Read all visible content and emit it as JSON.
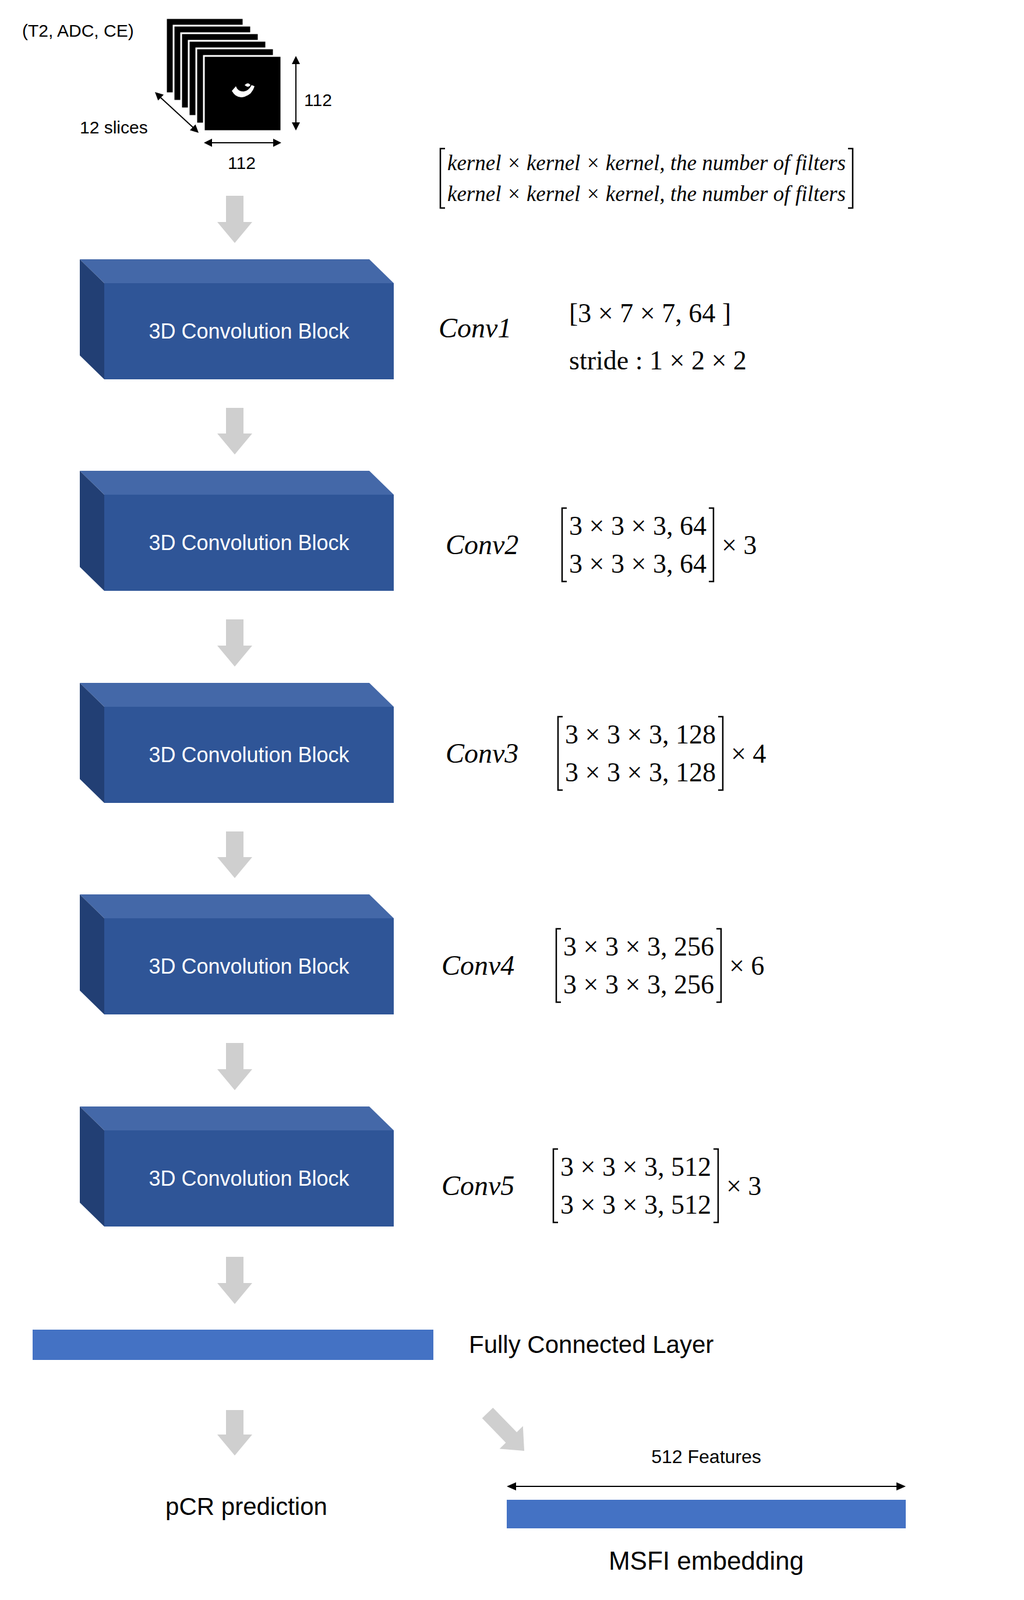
{
  "diagram": {
    "nodes": [
      {
        "text": [
          "(T2, ADC, CE)"
        ]
      },
      {
        "text": [
          "3D Convolution Block"
        ]
      },
      {
        "text": [
          "3D Convolution Block"
        ]
      },
      {
        "text": [
          "3D Convolution Block"
        ]
      },
      {
        "text": [
          "3D Convolution Block"
        ]
      },
      {
        "text": [
          "3D Convolution Block"
        ]
      },
      {
        "text": [
          "Fully Connected Layer"
        ]
      },
      {
        "text": [
          "pCR prediction"
        ]
      },
      {
        "text": [
          "512 Features",
          "MSFI embedding"
        ]
      }
    ],
    "edges": [
      {
        "from": 0,
        "to": 1,
        "arrow": "to"
      },
      {
        "from": 1,
        "to": 2,
        "arrow": "to"
      },
      {
        "from": 2,
        "to": 3,
        "arrow": "to"
      },
      {
        "from": 3,
        "to": 4,
        "arrow": "to"
      },
      {
        "from": 4,
        "to": 5,
        "arrow": "to"
      },
      {
        "from": 5,
        "to": 6,
        "arrow": "to"
      },
      {
        "from": 6,
        "to": 7,
        "arrow": "to"
      },
      {
        "from": 6,
        "to": 8,
        "arrow": "to"
      }
    ],
    "labels": [
      "12 slices",
      "112",
      "112",
      "kernel × kernel  × kernel, the number of filters",
      "kernel × kernel  × kernel, the number of filters",
      "Conv1",
      "[3 × 7 × 7, 64 ]",
      "stride :  1 × 2 × 2",
      "Conv2",
      "3 × 3 × 3, 64",
      "3 × 3 × 3, 64",
      "× 3",
      "Conv3",
      "3 × 3 × 3, 128",
      "3 × 3 × 3, 128",
      "× 4",
      "Conv4",
      "3 × 3 × 3, 256",
      "3 × 3 × 3, 256",
      "× 6",
      "Conv5",
      "3 × 3 × 3, 512",
      "3 × 3 × 3, 512",
      "× 3"
    ]
  }
}
